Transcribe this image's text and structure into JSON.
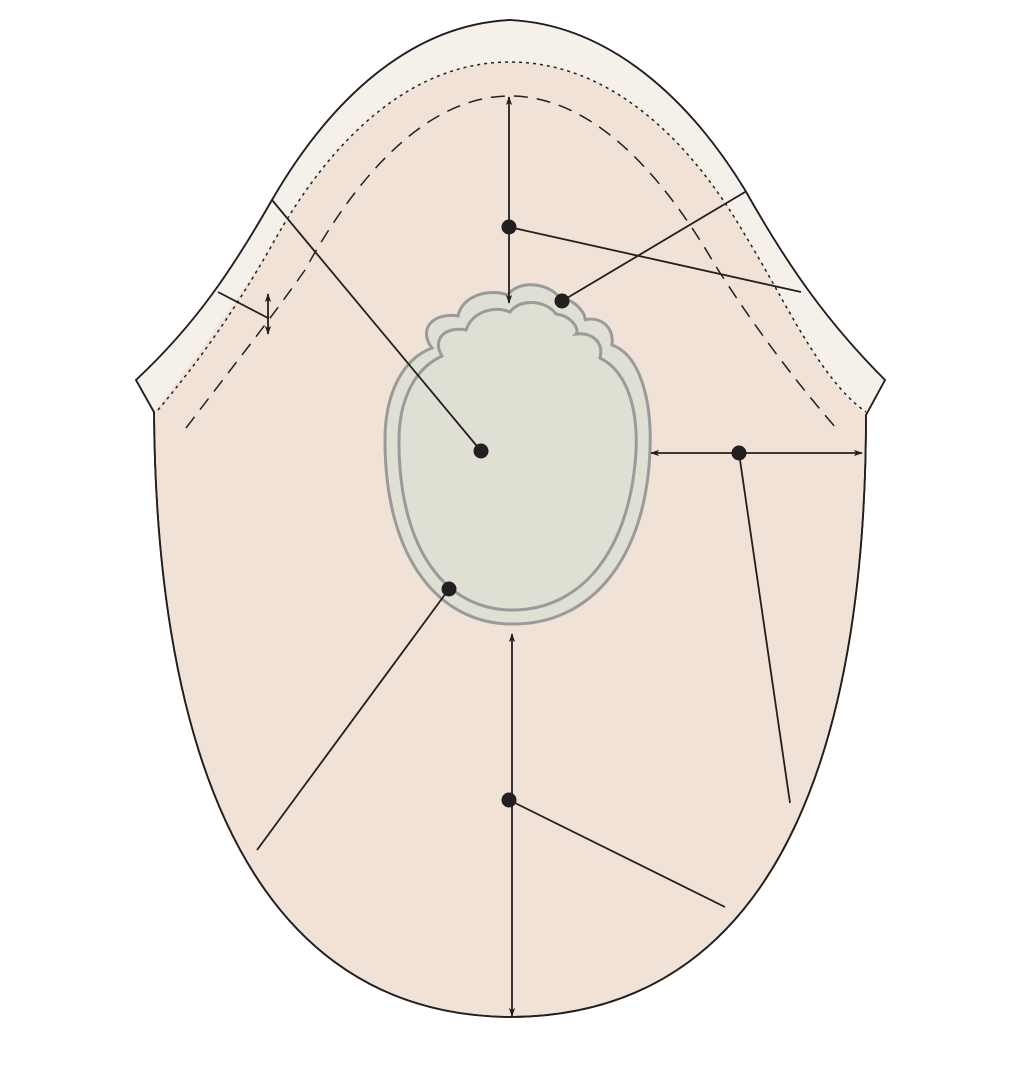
{
  "diagram": {
    "type": "unlabeled anatomical/pattern diagram",
    "colors": {
      "background": "#ffffff",
      "body_fill": "#f0e2d6",
      "cap_fill": "#f6f0ea",
      "center_fill": "#dfdfd4",
      "center_stroke": "#9a9a9a",
      "line": "#231f20"
    },
    "regions": [
      "outer-body",
      "upper-cap-band",
      "center-scalloped-oval"
    ],
    "callouts": {
      "leader_line_count": 8,
      "double_arrow_count": 4,
      "dot_marker_count": 6
    }
  }
}
